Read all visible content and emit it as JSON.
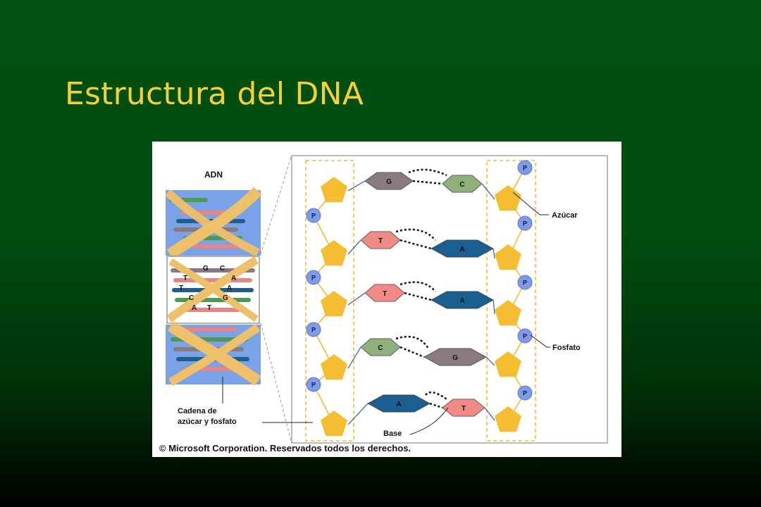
{
  "slide": {
    "title": "Estructura del DNA"
  },
  "figure": {
    "heading": "ADN",
    "labels": {
      "sugar": "Azúcar",
      "phosphate": "Fosfato",
      "base": "Base",
      "backbone_line1": "Cadena de",
      "backbone_line2": "azúcar y fosfato"
    },
    "phosphate_symbol": "P",
    "helix_pairs": [
      {
        "left": "G",
        "right": "C"
      },
      {
        "left": "T",
        "right": "A"
      },
      {
        "left": "T",
        "right": "A"
      },
      {
        "left": "C",
        "right": "G"
      },
      {
        "left": "A",
        "right": "T"
      }
    ],
    "base_pairs": [
      {
        "left": "G",
        "right": "C"
      },
      {
        "left": "T",
        "right": "A"
      },
      {
        "left": "T",
        "right": "A"
      },
      {
        "left": "C",
        "right": "G"
      },
      {
        "left": "A",
        "right": "T"
      }
    ],
    "copyright": "© Microsoft Corporation. Reservados todos los derechos."
  },
  "colors": {
    "A": "#1a5f90",
    "T": "#f08a84",
    "G": "#8a7a80",
    "C": "#8fb07a",
    "sugar": "#f5be32",
    "phosphate": "#7e9be8",
    "helix_bg": "#7aa2e6",
    "ribbon": "#efc06a"
  }
}
